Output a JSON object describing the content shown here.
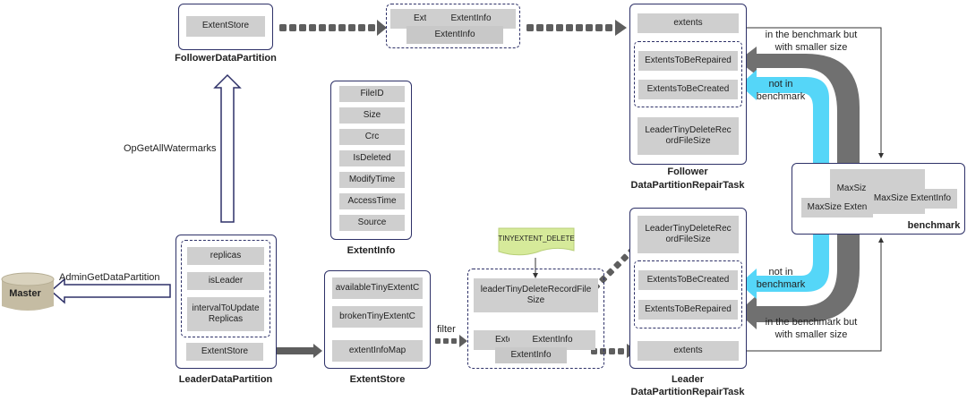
{
  "master": {
    "label": "Master"
  },
  "admin_get_label": "AdminGetDataPartition",
  "op_get_label": "OpGetAllWatermarks",
  "filter_label": "filter",
  "follower_partition": {
    "title": "FollowerDataPartition",
    "extent_store": "ExtentStore"
  },
  "follower_extent_info": {
    "items": [
      "Exten",
      "ExtentInfo",
      "ExtentInfo"
    ]
  },
  "extent_info": {
    "title": "ExtentInfo",
    "fields": [
      "FileID",
      "Size",
      "Crc",
      "IsDeleted",
      "ModifyTime",
      "AccessTime",
      "Source"
    ]
  },
  "leader_partition": {
    "title": "LeaderDataPartition",
    "items": [
      "replicas",
      "isLeader",
      "intervalToUpdate Replicas"
    ],
    "extent_store": "ExtentStore"
  },
  "leader_extent_store": {
    "title": "ExtentStore",
    "items": [
      "availableTinyExtentC",
      "brokenTinyExtentC",
      "extentInfoMap"
    ]
  },
  "tiny_delete_note": "TINYEXTENT_DELETE",
  "leader_filtered": {
    "tiny_delete": "leaderTinyDeleteRecordFile Size",
    "items": [
      "Exten",
      "ExtentInfo",
      "ExtentInfo"
    ]
  },
  "follower_repair": {
    "title_line1": "Follower",
    "title_line2": "DataPartitionRepairTask",
    "extents": "extents",
    "to_repair": "ExtentsToBeRepaired",
    "to_create": "ExtentsToBeCreated",
    "tiny_delete": "LeaderTinyDeleteRec ordFileSize"
  },
  "leader_repair": {
    "title_line1": "Leader",
    "title_line2": "DataPartitionRepairTask",
    "tiny_delete": "LeaderTinyDeleteRec ordFileSize",
    "to_create": "ExtentsToBeCreated",
    "to_repair": "ExtentsToBeRepaired",
    "extents": "extents"
  },
  "benchmark": {
    "title": "benchmark",
    "items": [
      "MaxSiz",
      "MaxSize ExtentInfo",
      "MaxSize Exten"
    ]
  },
  "annotations": {
    "top_smaller_line1": "in the benchmark but",
    "top_smaller_line2": "with smaller size",
    "top_not_in_line1": "not in",
    "top_not_in_line2": "benchmark",
    "bottom_not_in_line1": "not in",
    "bottom_not_in_line2": "benchmark",
    "bottom_smaller_line1": "in the benchmark but",
    "bottom_smaller_line2": "with smaller size"
  },
  "colors": {
    "border": "#2e3168",
    "box_fill": "#cfcfcf",
    "arrow": "#707070",
    "cyan": "#55d6f8",
    "note": "#d6ea9a"
  }
}
